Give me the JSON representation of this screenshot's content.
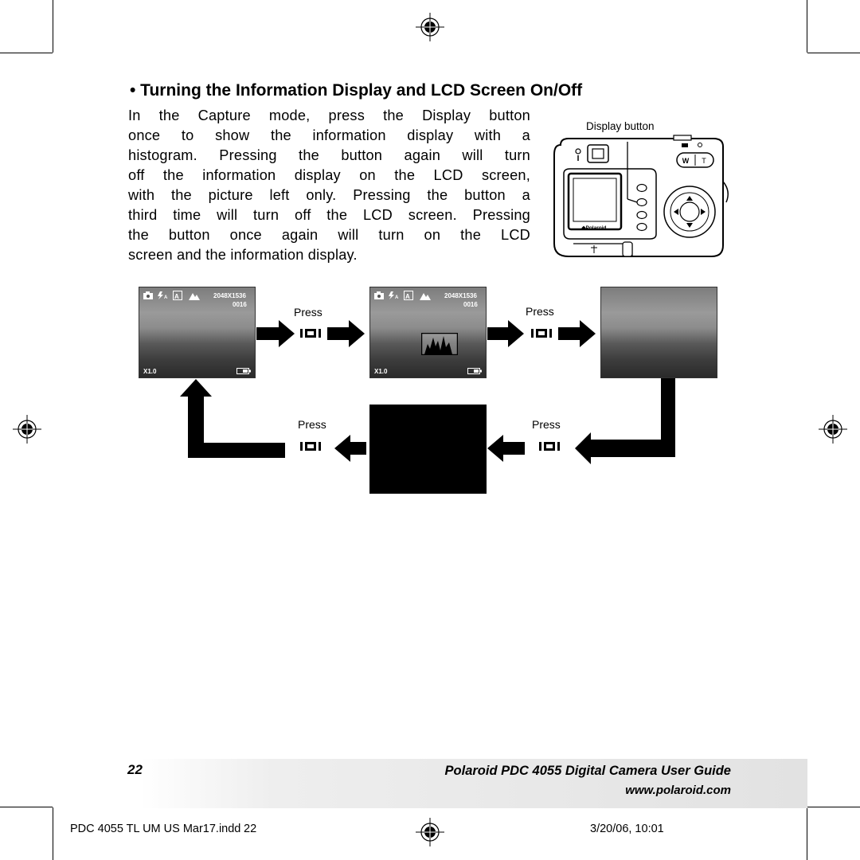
{
  "heading": "• Turning the Information Display and LCD Screen On/Off",
  "body_lines": [
    "In the Capture mode, press the Display button",
    "once to show the information display with a",
    "histogram. Pressing the button again will turn",
    "off the information display on the LCD screen,",
    "with the picture left only. Pressing the button a",
    "third time will turn off the LCD screen. Pressing",
    "the button once again will turn on the LCD",
    "screen and the information display."
  ],
  "camera_diagram": {
    "caption": "Display button",
    "zoom_w": "W",
    "zoom_t": "T",
    "brand": "◆Polaroid"
  },
  "screens": {
    "resolution": "2048X1536",
    "shots_remaining": "0016",
    "zoom": "X1.0"
  },
  "press_label": "Press",
  "footer": {
    "page_number": "22",
    "guide_title": "Polaroid PDC 4055 Digital Camera User Guide",
    "url": "www.polaroid.com"
  },
  "slug": {
    "file": "PDC 4055 TL UM US Mar17.indd",
    "page": "22",
    "datetime": "3/20/06, 10:01"
  }
}
